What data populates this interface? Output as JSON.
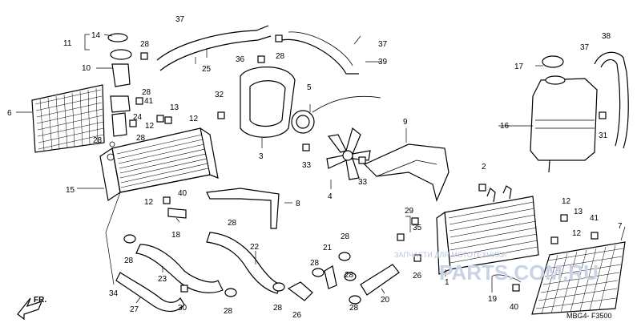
{
  "diagram": {
    "callouts": [
      "1",
      "2",
      "3",
      "4",
      "5",
      "6",
      "7",
      "8",
      "9",
      "10",
      "11",
      "12",
      "13",
      "14",
      "15",
      "16",
      "17",
      "18",
      "19",
      "20",
      "21",
      "22",
      "23",
      "24",
      "25",
      "26",
      "27",
      "28",
      "29",
      "30",
      "31",
      "32",
      "33",
      "34",
      "35",
      "36",
      "37",
      "38",
      "39",
      "40",
      "41"
    ],
    "watermark": {
      "site": "PARTS.COM.RU",
      "caption": "ЗАПЧАСТИ ДЛЯ МОТОТЕХНИКИ"
    },
    "figure_code": "MBG4- F3500",
    "direction_label": "FR."
  }
}
